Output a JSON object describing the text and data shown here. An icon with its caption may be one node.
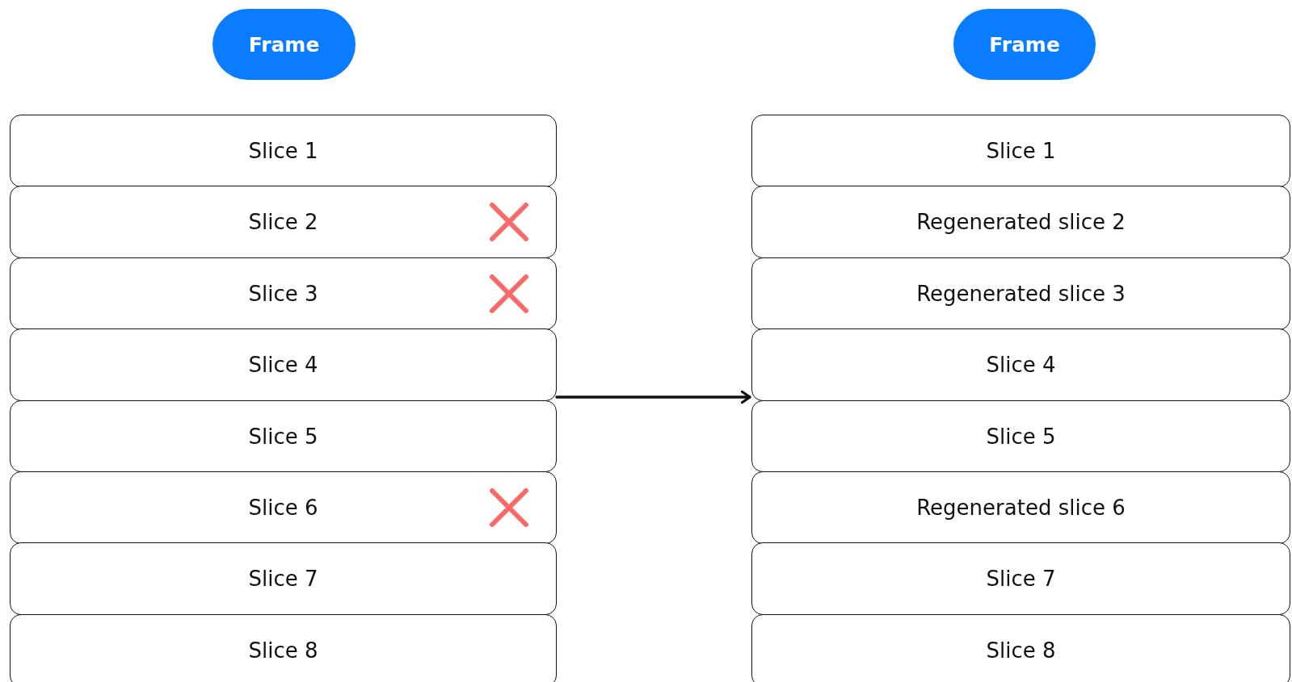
{
  "diagram": {
    "nodes": [
      {
        "text": [
          "Frame"
        ]
      },
      {
        "text": [
          "Slice 1"
        ]
      },
      {
        "text": [
          "Slice 2"
        ]
      },
      {
        "text": [],
        "shape": "cross",
        "in": 2
      },
      {
        "text": [
          "Slice 3"
        ]
      },
      {
        "text": [],
        "shape": "cross",
        "in": 4
      },
      {
        "text": [
          "Slice 4"
        ]
      },
      {
        "text": [
          "Slice 5"
        ]
      },
      {
        "text": [
          "Slice 6"
        ]
      },
      {
        "text": [],
        "shape": "cross",
        "in": 8
      },
      {
        "text": [
          "Slice 7"
        ]
      },
      {
        "text": [
          "Slice 8"
        ]
      },
      {
        "text": [
          "Frame"
        ]
      },
      {
        "text": [
          "Slice 1"
        ]
      },
      {
        "text": [
          "Regenerated slice 2"
        ]
      },
      {
        "text": [
          "Regenerated slice 3"
        ]
      },
      {
        "text": [
          "Slice 4"
        ]
      },
      {
        "text": [
          "Slice 5"
        ]
      },
      {
        "text": [
          "Regenerated slice 6"
        ]
      },
      {
        "text": [
          "Slice 7"
        ]
      },
      {
        "text": [
          "Slice 8"
        ]
      }
    ],
    "edges": [
      {
        "from": 6,
        "to": 16,
        "arrow": "to"
      }
    ]
  }
}
